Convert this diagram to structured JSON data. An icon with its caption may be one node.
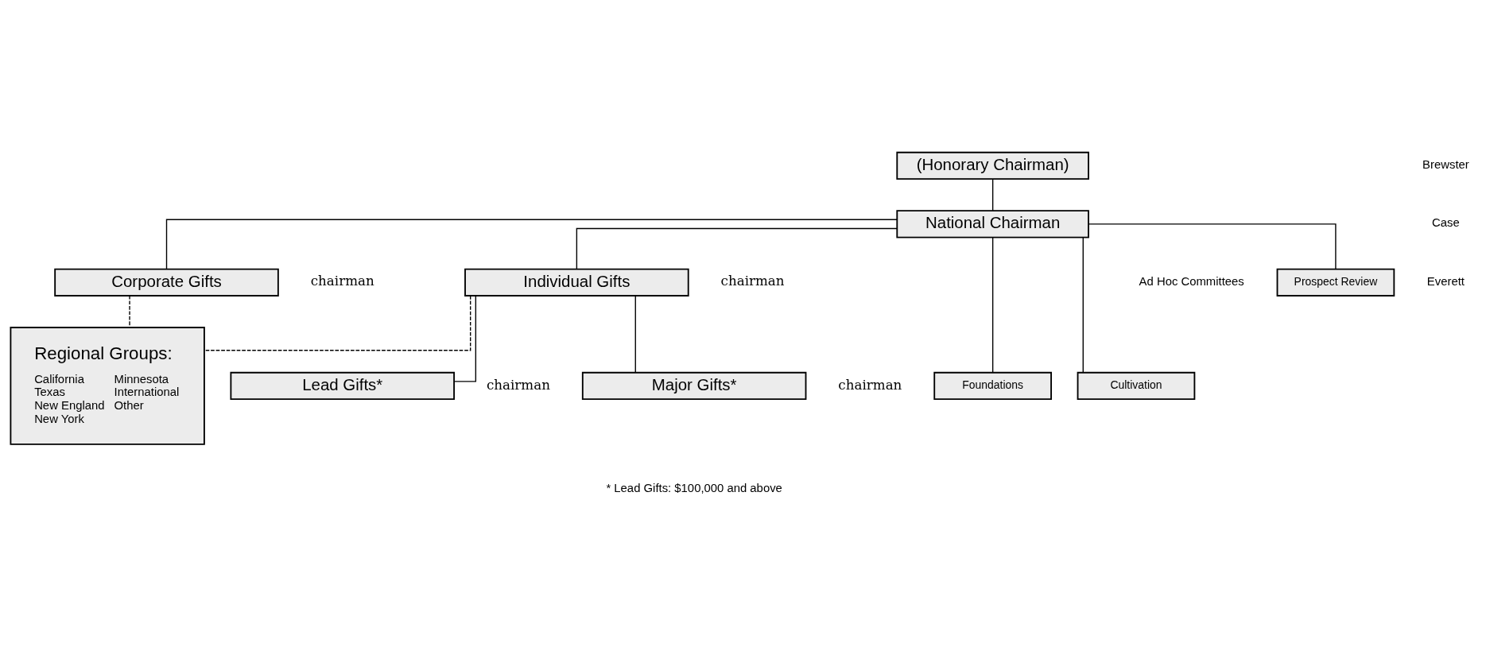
{
  "diagram": {
    "nodes": [
      {
        "text": [
          "(Honorary Chairman)"
        ]
      },
      {
        "text": [
          "National Chairman"
        ]
      },
      {
        "text": [
          "Corporate Gifts"
        ],
        "beside": [
          "chairman"
        ]
      },
      {
        "text": [
          "Individual Gifts"
        ],
        "beside": [
          "chairman"
        ]
      },
      {
        "text": [
          "Regional Groups:",
          "California",
          "Texas",
          "New England",
          "New York",
          "Minnesota",
          "International",
          "Other"
        ]
      },
      {
        "text": [
          "Lead Gifts*"
        ],
        "beside": [
          "chairman"
        ]
      },
      {
        "text": [
          "Major Gifts*"
        ],
        "beside": [
          "chairman"
        ]
      },
      {
        "text": [
          "Prospect Review"
        ]
      },
      {
        "text": [
          "Foundations"
        ]
      },
      {
        "text": [
          "Cultivation"
        ]
      }
    ],
    "edges": [
      {
        "from": 0,
        "to": 1,
        "arrow": "none"
      },
      {
        "from": 1,
        "to": 2,
        "arrow": "none"
      },
      {
        "from": 1,
        "to": 3,
        "arrow": "none"
      },
      {
        "from": 1,
        "to": 7,
        "arrow": "none"
      },
      {
        "from": 1,
        "to": 8,
        "arrow": "none"
      },
      {
        "from": 1,
        "to": 9,
        "arrow": "none"
      },
      {
        "from": 2,
        "to": 4,
        "arrow": "none",
        "style": "dashed"
      },
      {
        "from": 3,
        "to": 4,
        "arrow": "none",
        "style": "dashed"
      },
      {
        "from": 3,
        "to": 5,
        "arrow": "none"
      },
      {
        "from": 3,
        "to": 6,
        "arrow": "none"
      }
    ],
    "labels": [
      "Brewster",
      "Case",
      "Everett",
      "Ad Hoc Committees",
      "* Lead Gifts: $100,000 and above"
    ]
  }
}
